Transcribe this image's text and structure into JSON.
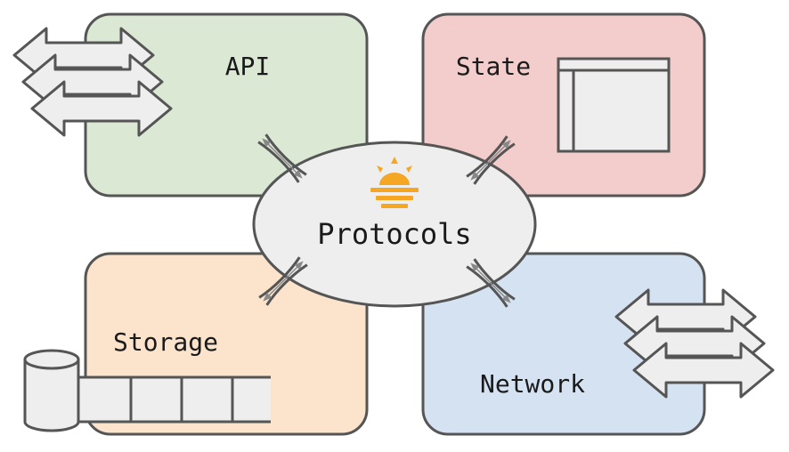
{
  "diagram": {
    "quadrants": {
      "api": {
        "label": "API",
        "fill": "#dbe8d4"
      },
      "state": {
        "label": "State",
        "fill": "#f3cccc"
      },
      "storage": {
        "label": "Storage",
        "fill": "#fbe3cc"
      },
      "network": {
        "label": "Network",
        "fill": "#d5e2f1"
      }
    },
    "center": {
      "label": "Protocols",
      "fill": "#eeeeee"
    },
    "colors": {
      "stroke": "#555555",
      "icon_fill": "#eeeeee",
      "accent": "#f5a623"
    },
    "icons": [
      "double-arrow-stack-icon",
      "window-icon",
      "database-queue-icon",
      "protocol-logo-icon",
      "bidirectional-connector-icon"
    ]
  }
}
